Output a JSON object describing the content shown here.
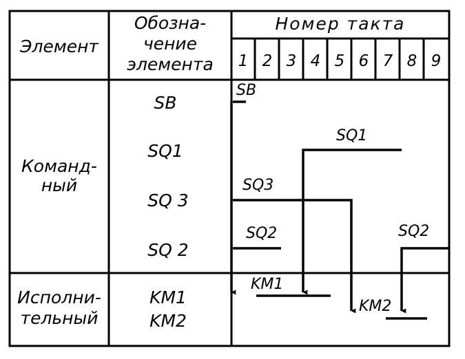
{
  "header": {
    "element": "Элемент",
    "designation": [
      "Обозна-",
      "чение",
      "элемента"
    ],
    "step_number": "Номер такта",
    "steps": [
      "1",
      "2",
      "3",
      "4",
      "5",
      "6",
      "7",
      "8",
      "9"
    ]
  },
  "rows": {
    "command": {
      "label": [
        "Команд-",
        "ный"
      ],
      "elements": [
        "SB",
        "SQ1",
        "SQ 3",
        "SQ 2"
      ]
    },
    "executive": {
      "label": [
        "Исполни-",
        "тельный"
      ],
      "elements": [
        "KM1",
        "KM2"
      ]
    }
  },
  "signals": {
    "sb": "SB",
    "sq1": "SQ1",
    "sq3": "SQ3",
    "sq2_first": "SQ2",
    "sq2_second": "SQ2",
    "km1": "KM1",
    "km2": "KM2"
  }
}
